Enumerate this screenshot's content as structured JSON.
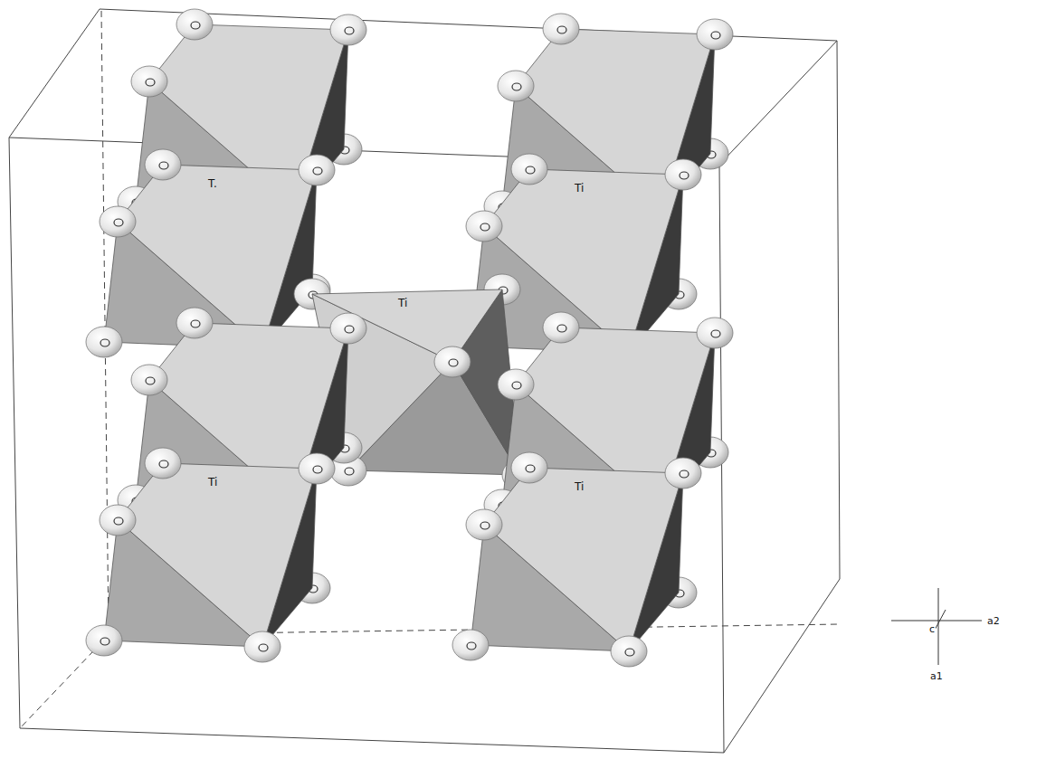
{
  "diagram": {
    "nodes": [
      {
        "text": [
          "T."
        ]
      },
      {
        "text": [
          "Ti"
        ]
      },
      {
        "text": [
          "Ti"
        ]
      },
      {
        "text": [
          "Ti"
        ]
      },
      {
        "text": [
          "Ti"
        ]
      }
    ],
    "labels": [
      "a2",
      "c",
      "a1"
    ]
  }
}
